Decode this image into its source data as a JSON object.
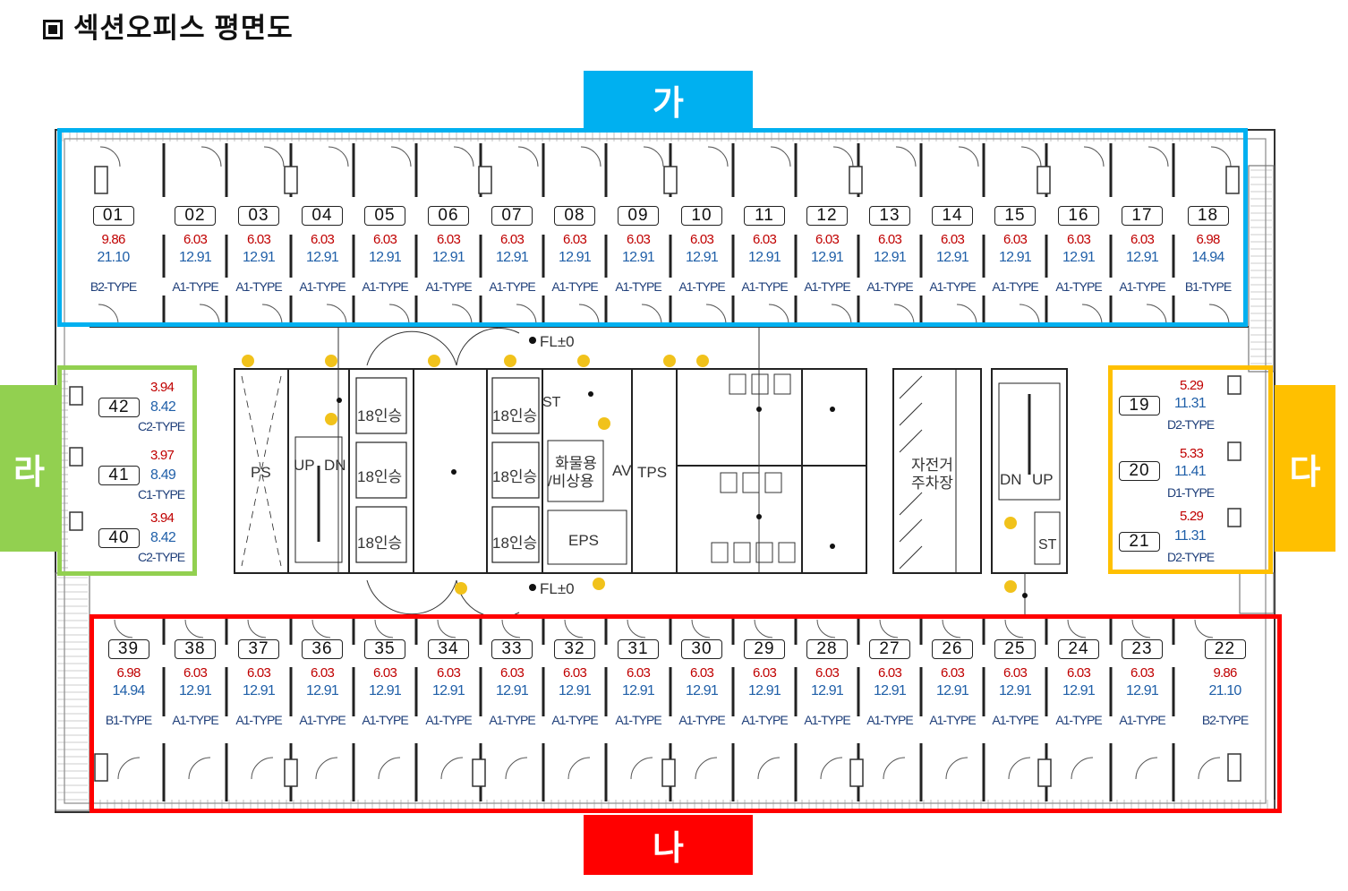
{
  "title": "섹션오피스 평면도",
  "zones": {
    "ga": {
      "label": "가",
      "color": "#00b0f0"
    },
    "na": {
      "label": "나",
      "color": "#ff0000"
    },
    "da": {
      "label": "다",
      "color": "#ffc000"
    },
    "ra": {
      "label": "라",
      "color": "#92d050"
    }
  },
  "top_units": [
    {
      "no": "01",
      "a1": "9.86",
      "a2": "21.10",
      "type": "B2-TYPE"
    },
    {
      "no": "02",
      "a1": "6.03",
      "a2": "12.91",
      "type": "A1-TYPE"
    },
    {
      "no": "03",
      "a1": "6.03",
      "a2": "12.91",
      "type": "A1-TYPE"
    },
    {
      "no": "04",
      "a1": "6.03",
      "a2": "12.91",
      "type": "A1-TYPE"
    },
    {
      "no": "05",
      "a1": "6.03",
      "a2": "12.91",
      "type": "A1-TYPE"
    },
    {
      "no": "06",
      "a1": "6.03",
      "a2": "12.91",
      "type": "A1-TYPE"
    },
    {
      "no": "07",
      "a1": "6.03",
      "a2": "12.91",
      "type": "A1-TYPE"
    },
    {
      "no": "08",
      "a1": "6.03",
      "a2": "12.91",
      "type": "A1-TYPE"
    },
    {
      "no": "09",
      "a1": "6.03",
      "a2": "12.91",
      "type": "A1-TYPE"
    },
    {
      "no": "10",
      "a1": "6.03",
      "a2": "12.91",
      "type": "A1-TYPE"
    },
    {
      "no": "11",
      "a1": "6.03",
      "a2": "12.91",
      "type": "A1-TYPE"
    },
    {
      "no": "12",
      "a1": "6.03",
      "a2": "12.91",
      "type": "A1-TYPE"
    },
    {
      "no": "13",
      "a1": "6.03",
      "a2": "12.91",
      "type": "A1-TYPE"
    },
    {
      "no": "14",
      "a1": "6.03",
      "a2": "12.91",
      "type": "A1-TYPE"
    },
    {
      "no": "15",
      "a1": "6.03",
      "a2": "12.91",
      "type": "A1-TYPE"
    },
    {
      "no": "16",
      "a1": "6.03",
      "a2": "12.91",
      "type": "A1-TYPE"
    },
    {
      "no": "17",
      "a1": "6.03",
      "a2": "12.91",
      "type": "A1-TYPE"
    },
    {
      "no": "18",
      "a1": "6.98",
      "a2": "14.94",
      "type": "B1-TYPE"
    }
  ],
  "bottom_units": [
    {
      "no": "39",
      "a1": "6.98",
      "a2": "14.94",
      "type": "B1-TYPE"
    },
    {
      "no": "38",
      "a1": "6.03",
      "a2": "12.91",
      "type": "A1-TYPE"
    },
    {
      "no": "37",
      "a1": "6.03",
      "a2": "12.91",
      "type": "A1-TYPE"
    },
    {
      "no": "36",
      "a1": "6.03",
      "a2": "12.91",
      "type": "A1-TYPE"
    },
    {
      "no": "35",
      "a1": "6.03",
      "a2": "12.91",
      "type": "A1-TYPE"
    },
    {
      "no": "34",
      "a1": "6.03",
      "a2": "12.91",
      "type": "A1-TYPE"
    },
    {
      "no": "33",
      "a1": "6.03",
      "a2": "12.91",
      "type": "A1-TYPE"
    },
    {
      "no": "32",
      "a1": "6.03",
      "a2": "12.91",
      "type": "A1-TYPE"
    },
    {
      "no": "31",
      "a1": "6.03",
      "a2": "12.91",
      "type": "A1-TYPE"
    },
    {
      "no": "30",
      "a1": "6.03",
      "a2": "12.91",
      "type": "A1-TYPE"
    },
    {
      "no": "29",
      "a1": "6.03",
      "a2": "12.91",
      "type": "A1-TYPE"
    },
    {
      "no": "28",
      "a1": "6.03",
      "a2": "12.91",
      "type": "A1-TYPE"
    },
    {
      "no": "27",
      "a1": "6.03",
      "a2": "12.91",
      "type": "A1-TYPE"
    },
    {
      "no": "26",
      "a1": "6.03",
      "a2": "12.91",
      "type": "A1-TYPE"
    },
    {
      "no": "25",
      "a1": "6.03",
      "a2": "12.91",
      "type": "A1-TYPE"
    },
    {
      "no": "24",
      "a1": "6.03",
      "a2": "12.91",
      "type": "A1-TYPE"
    },
    {
      "no": "23",
      "a1": "6.03",
      "a2": "12.91",
      "type": "A1-TYPE"
    },
    {
      "no": "22",
      "a1": "9.86",
      "a2": "21.10",
      "type": "B2-TYPE"
    }
  ],
  "left_units": [
    {
      "no": "42",
      "a1": "3.94",
      "a2": "8.42",
      "type": "C2-TYPE"
    },
    {
      "no": "41",
      "a1": "3.97",
      "a2": "8.49",
      "type": "C1-TYPE"
    },
    {
      "no": "40",
      "a1": "3.94",
      "a2": "8.42",
      "type": "C2-TYPE"
    }
  ],
  "right_units": [
    {
      "no": "19",
      "a1": "5.29",
      "a2": "11.31",
      "type": "D2-TYPE"
    },
    {
      "no": "20",
      "a1": "5.33",
      "a2": "11.41",
      "type": "D1-TYPE"
    },
    {
      "no": "21",
      "a1": "5.29",
      "a2": "11.31",
      "type": "D2-TYPE"
    }
  ],
  "core_labels": {
    "fl_top": "FL±0",
    "fl_bottom": "FL±0",
    "ps": "PS",
    "up_left": "UP",
    "dn_left": "DN",
    "elev1": "18인승",
    "elev2": "18인승",
    "elev3": "18인승",
    "elev4": "18인승",
    "elev5": "18인승",
    "elev6": "18인승",
    "cargo1": "화물용",
    "cargo2": "/비상용",
    "av": "AV",
    "tps": "TPS",
    "eps": "EPS",
    "st1": "ST",
    "st2": "ST",
    "bike1": "자전거",
    "bike2": "주차장",
    "dn_right": "DN",
    "up_right": "UP"
  }
}
